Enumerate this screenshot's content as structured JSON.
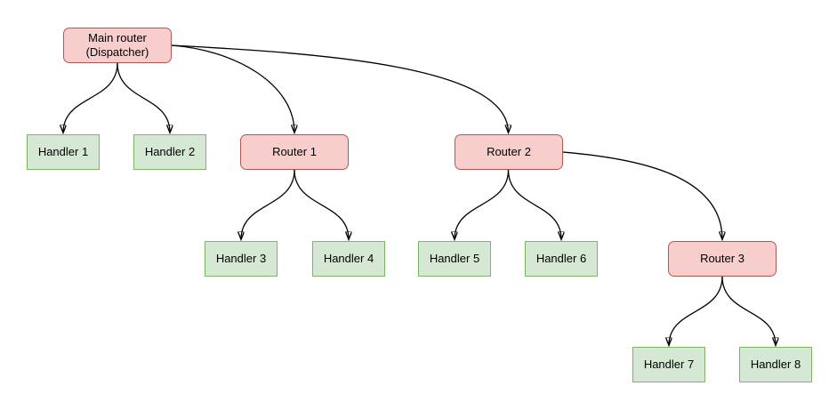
{
  "diagram": {
    "type": "flowchart-tree",
    "colors": {
      "router_fill": "#f8cecc",
      "router_stroke": "#b85450",
      "handler_fill": "#d5e8d4",
      "handler_stroke": "#82b366",
      "edge": "#000000",
      "background": "#ffffff"
    },
    "nodes": {
      "main": {
        "label": "Main router (Dispatcher)",
        "kind": "router"
      },
      "handler1": {
        "label": "Handler 1",
        "kind": "handler"
      },
      "handler2": {
        "label": "Handler 2",
        "kind": "handler"
      },
      "router1": {
        "label": "Router 1",
        "kind": "router"
      },
      "router2": {
        "label": "Router 2",
        "kind": "router"
      },
      "handler3": {
        "label": "Handler 3",
        "kind": "handler"
      },
      "handler4": {
        "label": "Handler 4",
        "kind": "handler"
      },
      "handler5": {
        "label": "Handler 5",
        "kind": "handler"
      },
      "handler6": {
        "label": "Handler 6",
        "kind": "handler"
      },
      "router3": {
        "label": "Router 3",
        "kind": "router"
      },
      "handler7": {
        "label": "Handler 7",
        "kind": "handler"
      },
      "handler8": {
        "label": "Handler 8",
        "kind": "handler"
      }
    },
    "edges": [
      {
        "from": "main",
        "to": "handler1"
      },
      {
        "from": "main",
        "to": "handler2"
      },
      {
        "from": "main",
        "to": "router1"
      },
      {
        "from": "main",
        "to": "router2"
      },
      {
        "from": "router1",
        "to": "handler3"
      },
      {
        "from": "router1",
        "to": "handler4"
      },
      {
        "from": "router2",
        "to": "handler5"
      },
      {
        "from": "router2",
        "to": "handler6"
      },
      {
        "from": "router2",
        "to": "router3"
      },
      {
        "from": "router3",
        "to": "handler7"
      },
      {
        "from": "router3",
        "to": "handler8"
      }
    ]
  }
}
